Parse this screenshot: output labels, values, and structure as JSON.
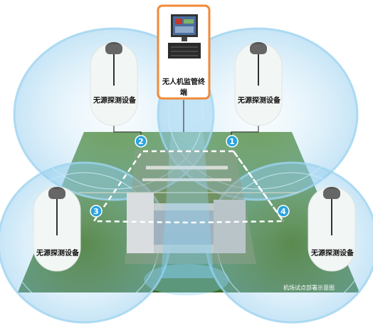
{
  "terminal": {
    "label": "无人机监管终端"
  },
  "detectors": [
    {
      "label": "无源探测设备"
    },
    {
      "label": "无源探测设备"
    },
    {
      "label": "无源探测设备"
    },
    {
      "label": "无源探测设备"
    }
  ],
  "markers": [
    "1",
    "2",
    "3",
    "4"
  ],
  "caption": "机场试点部署示意图",
  "colors": {
    "grass": "#3f7a2e",
    "dome": "#9fd4f0",
    "terminal_border": "#f08a3a",
    "marker": "#2aa3e0"
  }
}
